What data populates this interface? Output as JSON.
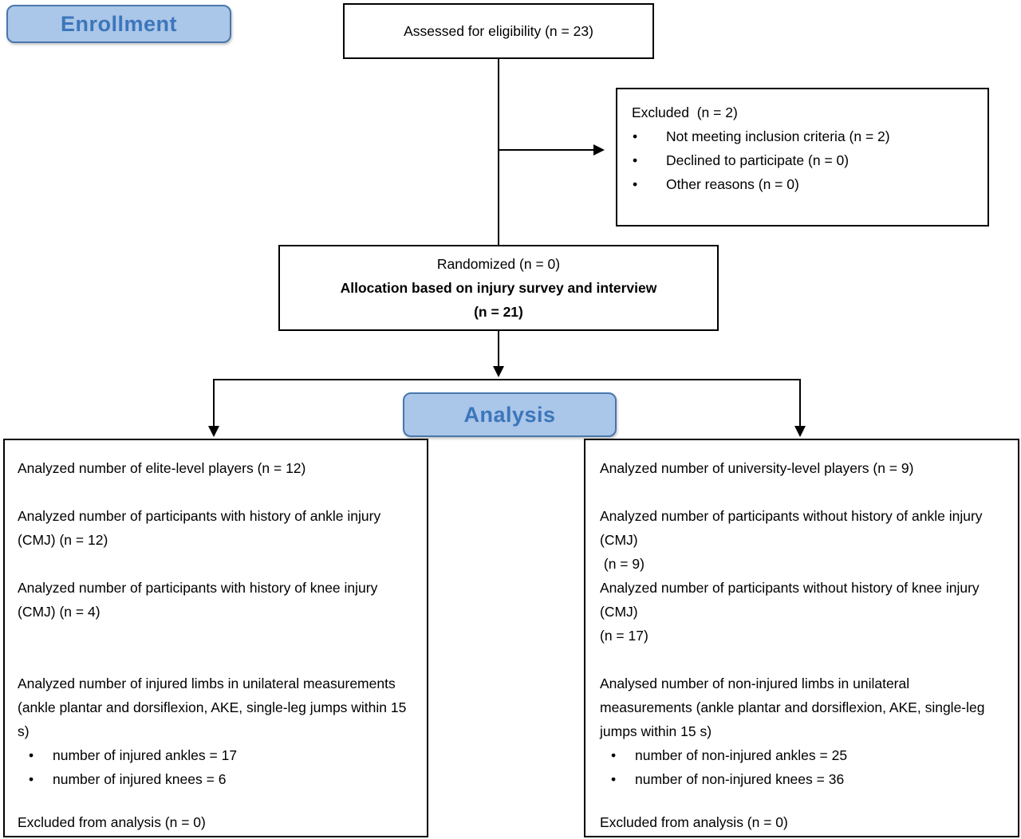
{
  "badges": {
    "enrollment": "Enrollment",
    "analysis": "Analysis"
  },
  "colors": {
    "badge_fill": "#aac6e8",
    "badge_border": "#4a77ad",
    "badge_text": "#3c76bb",
    "line_color": "#000000"
  },
  "assessed_box": {
    "text": "Assessed for eligibility (n = 23)"
  },
  "excluded_box": {
    "title": "Excluded  (n = 2)",
    "items": [
      "Not meeting inclusion criteria (n = 2)",
      "Declined to participate (n = 0)",
      "Other reasons (n = 0)"
    ]
  },
  "randomized_box": {
    "line1": "Randomized (n = 0)",
    "line2": "Allocation based on injury survey and interview",
    "line3": "(n = 21)"
  },
  "left_box": {
    "p1": "Analyzed number of elite-level players (n = 12)",
    "p2": "Analyzed number of participants with history of ankle injury (CMJ) (n = 12)",
    "p3": "Analyzed number of participants with history of knee injury (CMJ) (n = 4)",
    "p4": "Analyzed number of injured limbs in unilateral measurements (ankle plantar and dorsiflexion, AKE, single-leg jumps within 15 s)",
    "bullets": [
      "number of injured ankles = 17",
      "number of injured knees = 6"
    ],
    "p5": "Excluded from analysis (n = 0)"
  },
  "right_box": {
    "p1": "Analyzed number of university-level players (n = 9)",
    "p2": "Analyzed number of participants without history of ankle injury (CMJ)",
    "p2n": " (n = 9)",
    "p3": "Analyzed number of participants without history of knee injury  (CMJ)",
    "p3n": "(n = 17)",
    "p4": "Analysed number of non-injured limbs in unilateral measurements (ankle plantar and dorsiflexion, AKE, single-leg jumps within 15 s)",
    "bullets": [
      "number of non-injured ankles = 25",
      "number of non-injured knees = 36"
    ],
    "p5": "Excluded from analysis (n = 0)"
  }
}
